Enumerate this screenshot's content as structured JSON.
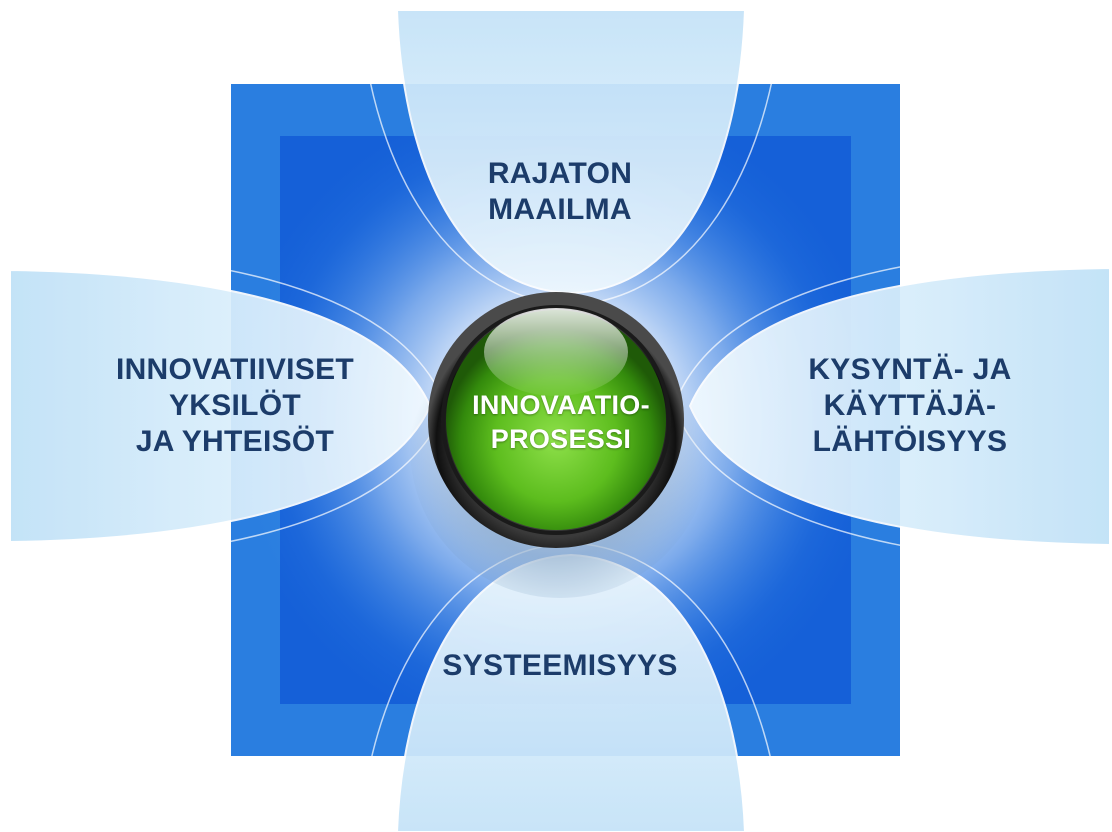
{
  "diagram": {
    "center": {
      "lines": [
        "INNOVAATIO-",
        "PROSESSI"
      ]
    },
    "top": {
      "lines": [
        "RAJATON",
        "MAAILMA"
      ]
    },
    "left": {
      "lines": [
        "INNOVATIIVISET",
        "YKSILÖT",
        "JA YHTEISÖT"
      ]
    },
    "right": {
      "lines": [
        "KYSYNTÄ- JA",
        "KÄYTTÄJÄ-",
        "LÄHTÖISYYS"
      ]
    },
    "bottom": {
      "lines": [
        "SYSTEEMISYYS"
      ]
    }
  },
  "colors": {
    "square_outer": "#2a7ee0",
    "square_inner": "#1560d8",
    "petal": "#d2ebfb",
    "petal_edge": "#a9d4f4",
    "button_green": "#5dbd1e",
    "button_dark": "#1f5a08",
    "text": "#1c3c6a"
  }
}
